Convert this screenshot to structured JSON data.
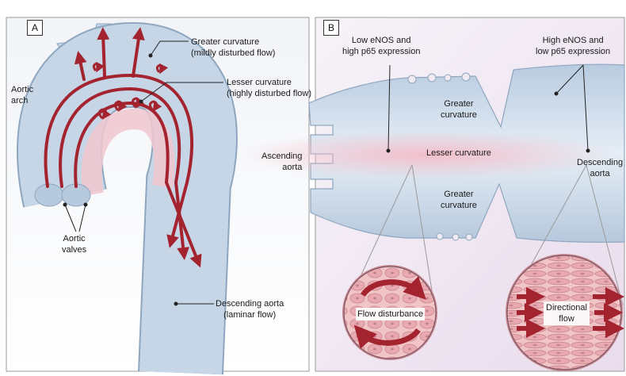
{
  "panel_a": {
    "tag": "A",
    "greater_curvature": {
      "line1": "Greater curvature",
      "line2": "(mildly disturbed flow)"
    },
    "lesser_curvature": {
      "line1": "Lesser curvature",
      "line2": "(highly disturbed flow)"
    },
    "aortic_arch": {
      "line1": "Aortic",
      "line2": "arch"
    },
    "aortic_valves": {
      "line1": "Aortic",
      "line2": "valves"
    },
    "descending_aorta": {
      "line1": "Descending aorta",
      "line2": "(laminar flow)"
    }
  },
  "panel_b": {
    "tag": "B",
    "low_enos": {
      "line1": "Low eNOS and",
      "line2": "high p65 expression"
    },
    "high_enos": {
      "line1": "High eNOS and",
      "line2": "low p65 expression"
    },
    "greater_curvature_top": {
      "line1": "Greater",
      "line2": "curvature"
    },
    "greater_curvature_bottom": {
      "line1": "Greater",
      "line2": "curvature"
    },
    "lesser_curvature": "Lesser curvature",
    "ascending_aorta": {
      "line1": "Ascending",
      "line2": "aorta"
    },
    "descending_aorta": {
      "line1": "Descending",
      "line2": "aorta"
    },
    "flow_disturbance": "Flow disturbance",
    "directional_flow": {
      "line1": "Directional",
      "line2": "flow"
    }
  },
  "colors": {
    "vessel_blue": "#c6d6e6",
    "vessel_edge": "#8ea6bf",
    "flow_red": "#a3232f",
    "lesser_pink": "#f0c7cf",
    "cell_pink": "#eab3b8"
  }
}
